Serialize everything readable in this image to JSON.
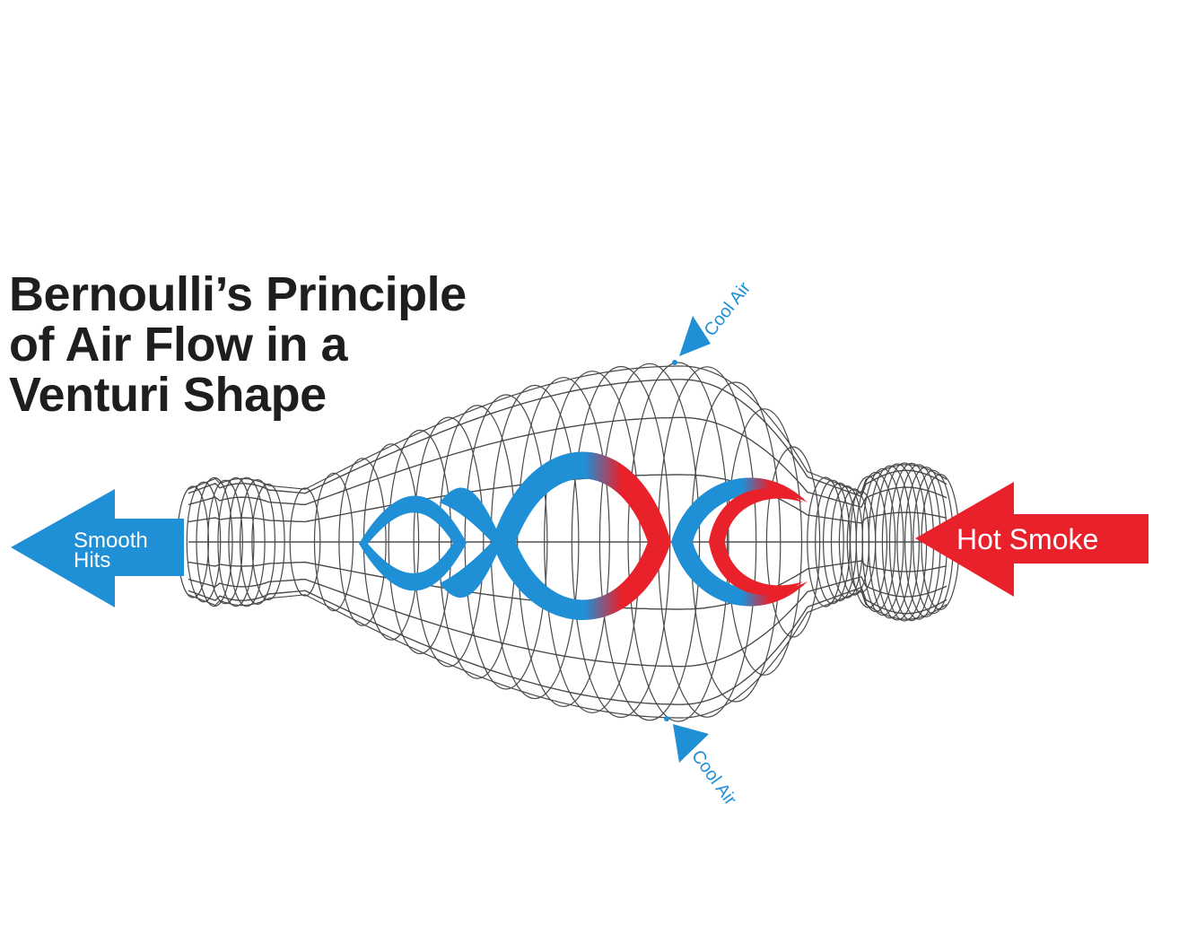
{
  "title": {
    "line1": "Bernoulli’s Principle",
    "line2": "of Air Flow in a",
    "line3": "Venturi Shape"
  },
  "labels": {
    "smooth_hits_line1": "Smooth",
    "smooth_hits_line2": "Hits",
    "hot_smoke": "Hot Smoke",
    "cool_air_top": "Cool Air",
    "cool_air_bottom": "Cool Air"
  },
  "colors": {
    "blue": "#1f8fd6",
    "red": "#e8212b",
    "text": "#1e1e1e",
    "wire": "#2a2a2a"
  }
}
